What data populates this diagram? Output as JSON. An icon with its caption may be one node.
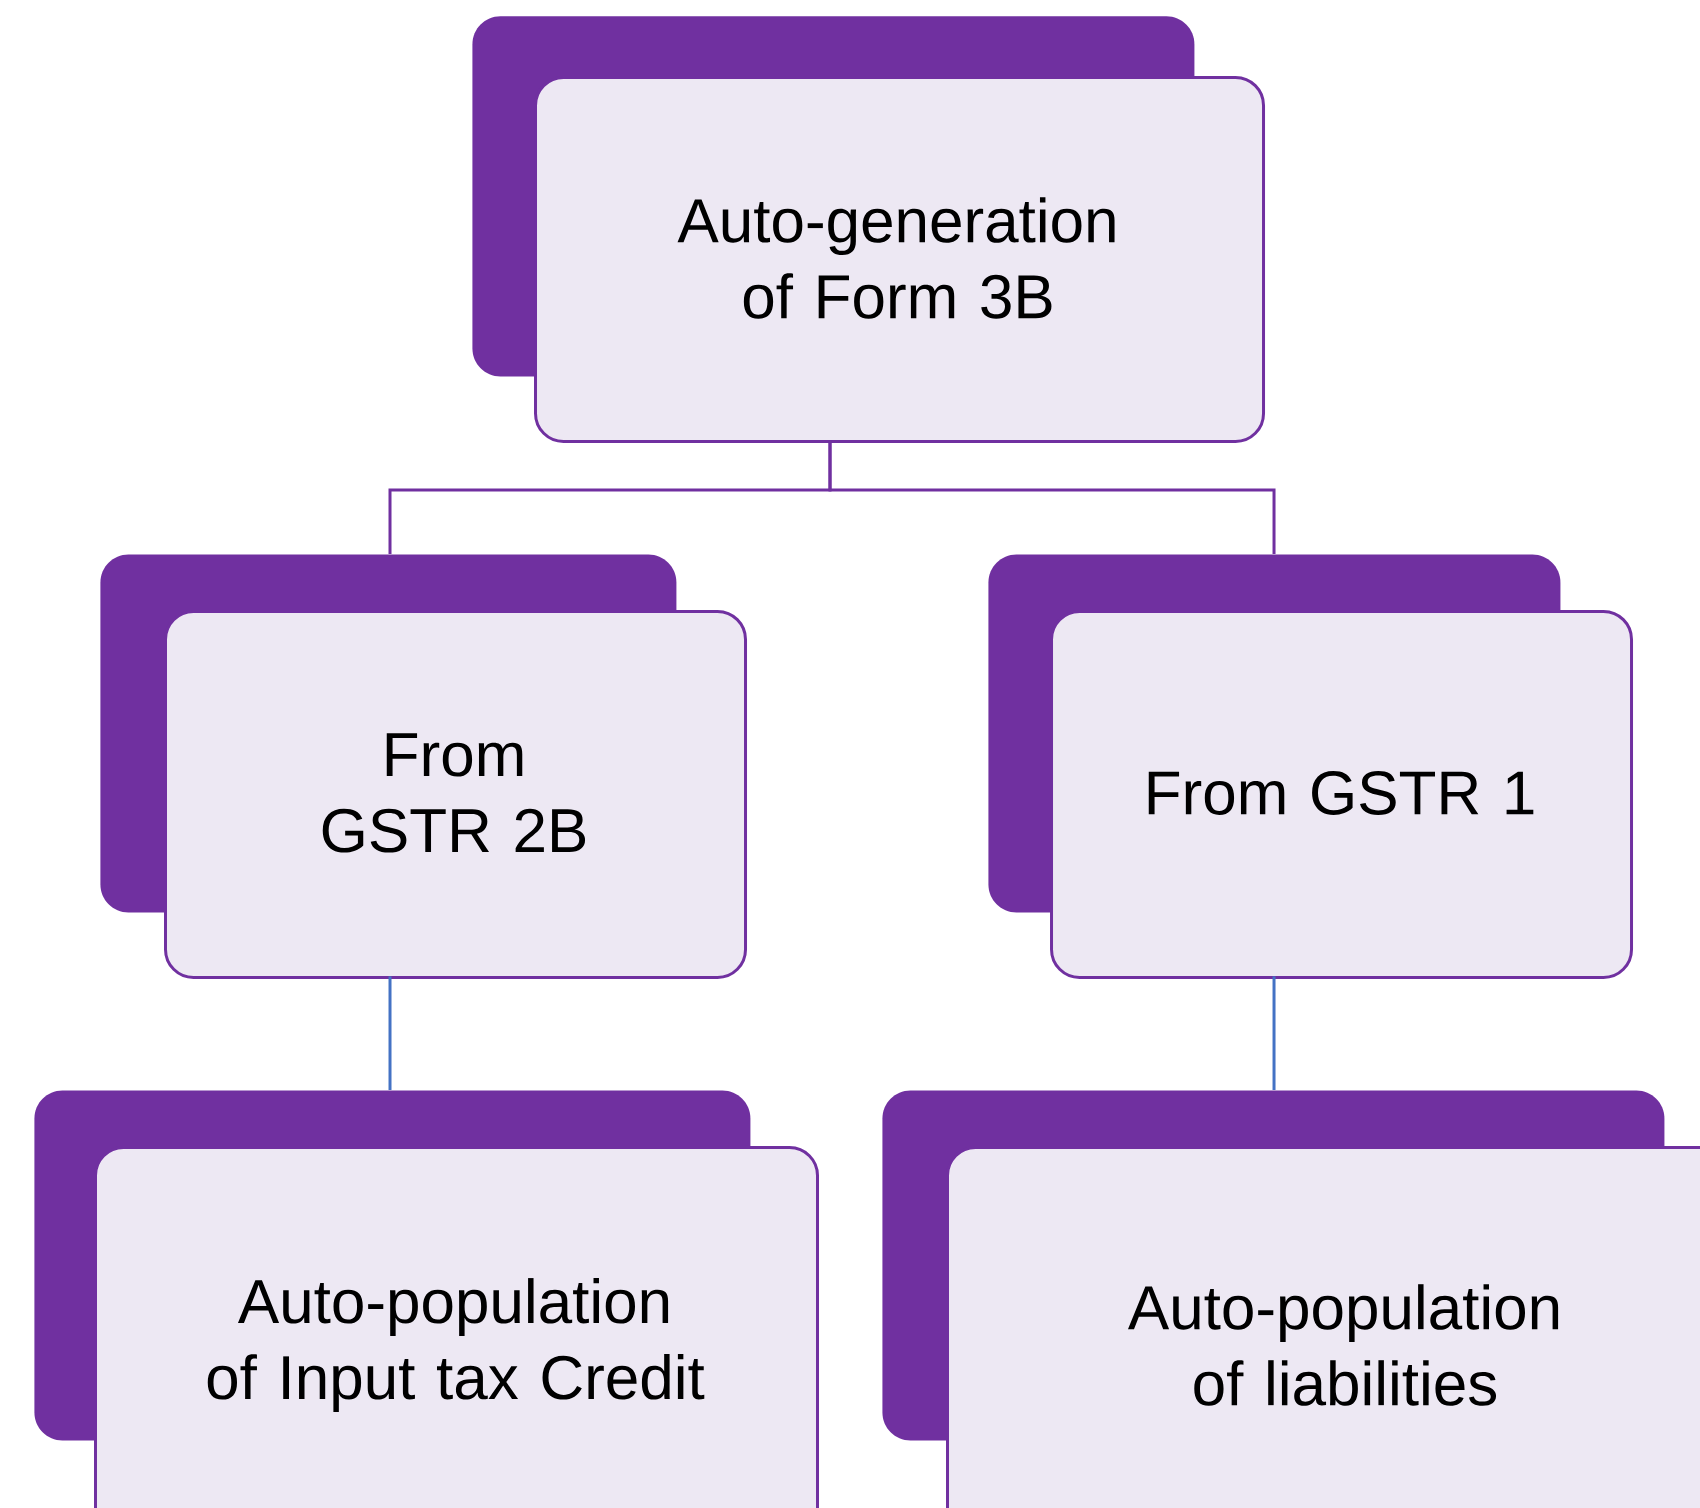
{
  "diagram": {
    "nodes": [
      {
        "text": [
          "Auto-generation of Form 3B"
        ]
      },
      {
        "text": [
          "From GSTR 2B"
        ]
      },
      {
        "text": [
          "From GSTR 1"
        ]
      },
      {
        "text": [
          "Auto-population of Input tax Credit"
        ]
      },
      {
        "text": [
          "Auto-population of liabilities"
        ]
      }
    ],
    "edges": [
      {
        "from": 0,
        "to": 1,
        "arrow": "none"
      },
      {
        "from": 0,
        "to": 2,
        "arrow": "none"
      },
      {
        "from": 1,
        "to": 3,
        "arrow": "none",
        "color": "#4472c4"
      },
      {
        "from": 2,
        "to": 4,
        "arrow": "none",
        "color": "#4472c4"
      }
    ]
  }
}
